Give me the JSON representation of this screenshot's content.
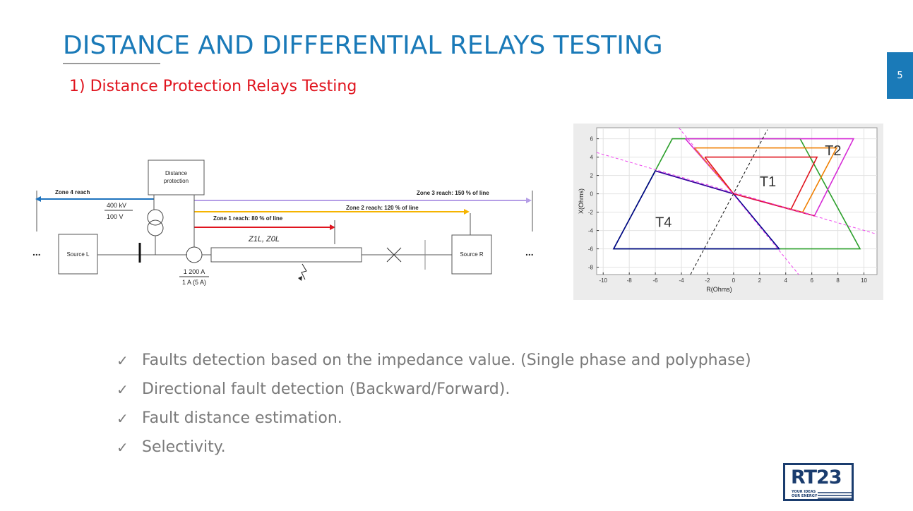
{
  "slide": {
    "title": "DISTANCE AND DIFFERENTIAL RELAYS TESTING",
    "subtitle": "1) Distance Protection Relays Testing",
    "page_number": "5"
  },
  "diagram": {
    "relay_label_1": "Distance",
    "relay_label_2": "protection",
    "zone4": "Zone 4 reach",
    "zone3": "Zone 3 reach: 150 % of line",
    "zone2": "Zone 2 reach: 120 % of line",
    "zone1": "Zone 1 reach: 80 % of line",
    "vt_primary": "400 kV",
    "vt_secondary": "100 V",
    "impedance": "Z1L, Z0L",
    "source_left": "Source L",
    "source_right": "Source R",
    "ct_primary": "1 200 A",
    "ct_secondary": "1 A (5 A)",
    "ellipsis": "...",
    "colors": {
      "zone4": "#1e73be",
      "zone3": "#b59ee6",
      "zone2": "#f5b400",
      "zone1": "#e0141e"
    }
  },
  "chart_data": {
    "type": "line",
    "xlabel": "R(Ohms)",
    "ylabel": "X(Ohms)",
    "xlim": [
      -10.5,
      11
    ],
    "ylim": [
      -8.8,
      7.2
    ],
    "xticks": [
      -10,
      -8,
      -6,
      -4,
      -2,
      0,
      2,
      4,
      6,
      8,
      10
    ],
    "yticks": [
      -8,
      -6,
      -4,
      -2,
      0,
      2,
      4,
      6
    ],
    "grid": true,
    "series": [
      {
        "color": "#2ca02c",
        "points": [
          [
            -9.2,
            -6
          ],
          [
            -4.7,
            6
          ],
          [
            5.1,
            6
          ],
          [
            9.7,
            -6
          ],
          [
            -9.2,
            -6
          ]
        ]
      },
      {
        "color": "#d62ad6",
        "points": [
          [
            -3.7,
            6
          ],
          [
            9.2,
            6
          ],
          [
            6.2,
            -2.4
          ],
          [
            0,
            0
          ],
          [
            -3.7,
            6
          ]
        ]
      },
      {
        "color": "#f07f00",
        "points": [
          [
            -3,
            5
          ],
          [
            7.9,
            5
          ],
          [
            5.3,
            -2
          ],
          [
            0,
            0
          ],
          [
            -3,
            5
          ]
        ]
      },
      {
        "color": "#e0141e",
        "points": [
          [
            -2.2,
            4
          ],
          [
            6.4,
            4
          ],
          [
            4.4,
            -1.7
          ],
          [
            0,
            0
          ],
          [
            -2.2,
            4
          ]
        ]
      },
      {
        "color": "#00008b",
        "points": [
          [
            0,
            0
          ],
          [
            -6,
            2.5
          ],
          [
            -9.2,
            -6
          ],
          [
            3.5,
            -6
          ],
          [
            0,
            0
          ]
        ]
      },
      {
        "color": "#e0144e",
        "points": [
          [
            0,
            0
          ],
          [
            6.2,
            -2.4
          ]
        ]
      },
      {
        "color": "#3b00a0",
        "points": [
          [
            -6,
            2.5
          ],
          [
            0,
            0
          ]
        ]
      },
      {
        "color": "#ee44ee",
        "dash": true,
        "points": [
          [
            -10.5,
            4.5
          ],
          [
            11,
            -4.4
          ]
        ]
      },
      {
        "color": "#ee44ee",
        "dash": true,
        "points": [
          [
            -4.2,
            7.2
          ],
          [
            5,
            -8.8
          ]
        ]
      },
      {
        "color": "#111111",
        "dash": true,
        "points": [
          [
            -3.3,
            -8.8
          ],
          [
            2.6,
            7
          ]
        ]
      }
    ],
    "annotations": [
      {
        "text": "T2",
        "x": 7,
        "y": 4.2
      },
      {
        "text": "T1",
        "x": 2,
        "y": 0.8
      },
      {
        "text": "T4",
        "x": -6,
        "y": -3.6
      }
    ]
  },
  "bullets": [
    {
      "check": "✓",
      "text": "Faults detection based on the impedance value. (Single phase and polyphase)"
    },
    {
      "check": "✓",
      "text": "Directional fault detection (Backward/Forward)."
    },
    {
      "check": "✓",
      "text": "Fault distance estimation."
    },
    {
      "check": "✓",
      "text": "Selectivity."
    }
  ],
  "logo": {
    "text": "RT23",
    "tagline_1": "YOUR IDEAS",
    "tagline_2": "OUR ENERGY",
    "color": "#1a3c6e"
  }
}
